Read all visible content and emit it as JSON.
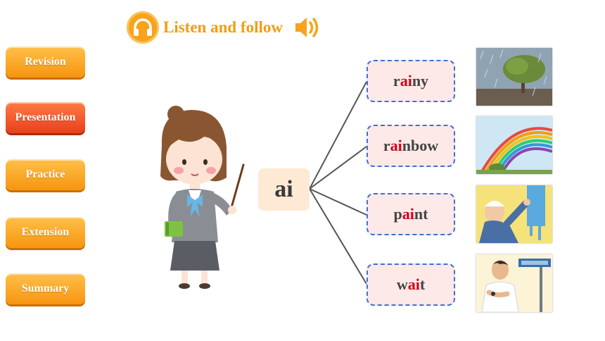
{
  "header": {
    "title": "Listen and follow"
  },
  "nav": [
    {
      "label": "Revision"
    },
    {
      "label": "Presentation"
    },
    {
      "label": "Practice"
    },
    {
      "label": "Extension"
    },
    {
      "label": "Summary"
    }
  ],
  "active_nav": "Presentation",
  "phonics": {
    "center": "ai"
  },
  "words": [
    {
      "pre": "r",
      "hl": "ai",
      "post": "ny",
      "image": "rain-tree-picture"
    },
    {
      "pre": "r",
      "hl": "ai",
      "post": "nbow",
      "image": "rainbow-picture"
    },
    {
      "pre": "p",
      "hl": "ai",
      "post": "nt",
      "image": "painter-picture"
    },
    {
      "pre": "w",
      "hl": "ai",
      "post": "t",
      "image": "waiting-man-picture"
    }
  ],
  "colors": {
    "accent": "#f39c12",
    "highlight": "#d0021b",
    "dashed_border": "#3e6fd8"
  }
}
